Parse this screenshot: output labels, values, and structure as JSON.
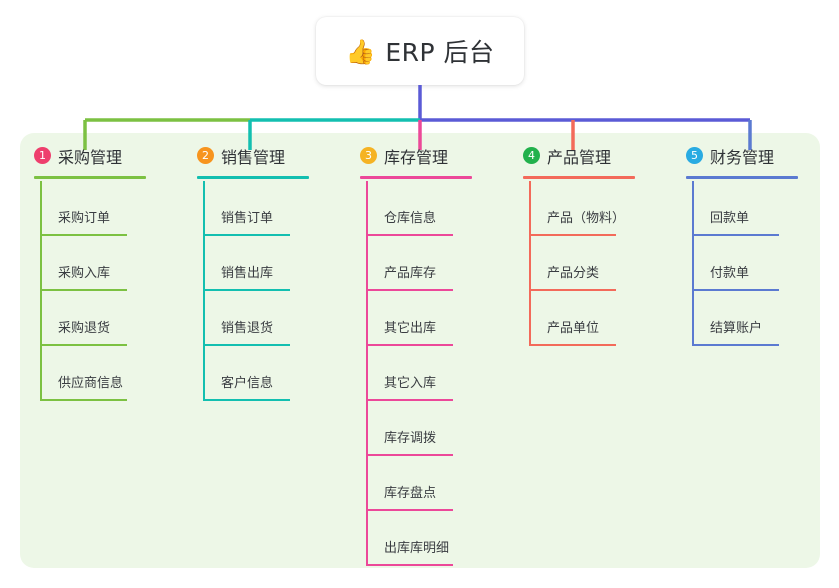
{
  "root": {
    "icon": "thumbs-up-icon",
    "icon_glyph": "👍",
    "title": "ERP 后台"
  },
  "palette": {
    "panel_bg": "#edf7e7",
    "page_bg": "#ffffff",
    "text": "#2f3236",
    "root_connector": "#5b5bd6"
  },
  "columns": [
    {
      "number": "1",
      "title": "采购管理",
      "badge_color": "#ee3f6d",
      "line_color": "#7cc142",
      "connector_color": "#7cc142",
      "items": [
        "采购订单",
        "采购入库",
        "采购退货",
        "供应商信息"
      ]
    },
    {
      "number": "2",
      "title": "销售管理",
      "badge_color": "#f7941e",
      "line_color": "#13bfb0",
      "connector_color": "#13bfb0",
      "items": [
        "销售订单",
        "销售出库",
        "销售退货",
        "客户信息"
      ]
    },
    {
      "number": "3",
      "title": "库存管理",
      "badge_color": "#f5b324",
      "line_color": "#ec4899",
      "connector_color": "#ec4899",
      "items": [
        "仓库信息",
        "产品库存",
        "其它出库",
        "其它入库",
        "库存调拨",
        "库存盘点",
        "出库库明细"
      ]
    },
    {
      "number": "4",
      "title": "产品管理",
      "badge_color": "#22b14c",
      "line_color": "#f36a5a",
      "connector_color": "#f36a5a",
      "items": [
        "产品（物料）",
        "产品分类",
        "产品单位"
      ]
    },
    {
      "number": "5",
      "title": "财务管理",
      "badge_color": "#29abe2",
      "line_color": "#5b7ad1",
      "connector_color": "#5b7ad1",
      "items": [
        "回款单",
        "付款单",
        "结算账户"
      ]
    }
  ]
}
